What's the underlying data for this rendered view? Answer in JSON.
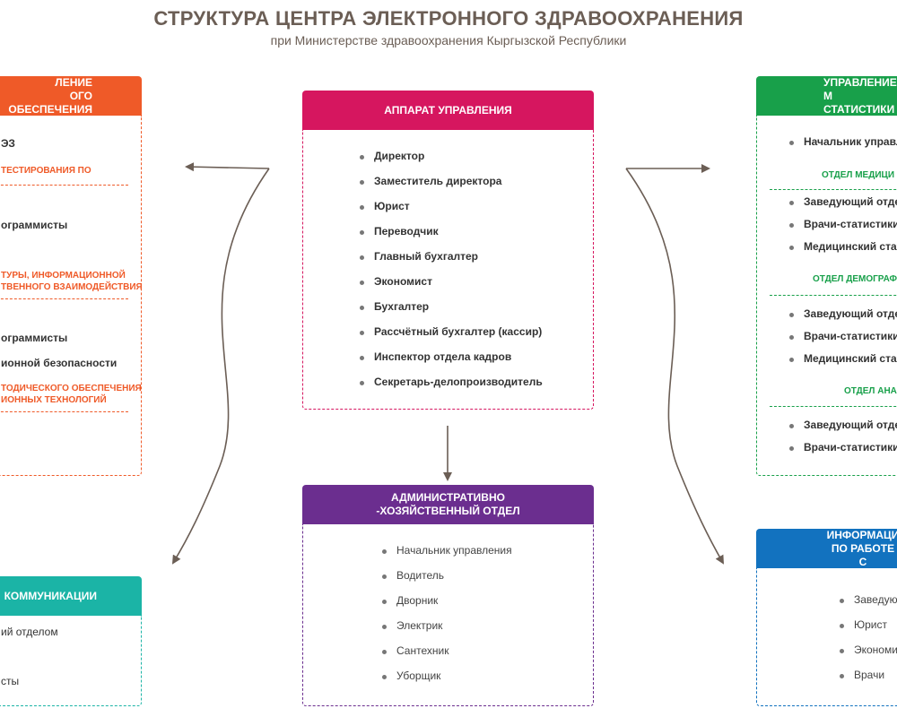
{
  "header": {
    "title": "СТРУКТУРА ЦЕНТРА ЭЛЕКТРОННОГО ЗДРАВООХРАНЕНИЯ",
    "subtitle": "при Министерстве здравоохранения Кыргызской Республики"
  },
  "colors": {
    "apparatus": "#d6165f",
    "admin": "#6b2e8f",
    "software": "#ef5a28",
    "statistics": "#18a04a",
    "communications": "#1bb4a6",
    "information": "#1272bf",
    "arrow": "#6b5e55"
  },
  "apparatus": {
    "title": "АППАРАТ УПРАВЛЕНИЯ",
    "items": [
      "Директор",
      "Заместитель директора",
      "Юрист",
      "Переводчик",
      "Главный бухгалтер",
      "Экономист",
      "Бухгалтер",
      "Рассчётный бухгалтер (кассир)",
      "Инспектор отдела кадров",
      "Секретарь-делопроизводитель"
    ]
  },
  "admin": {
    "title": "АДМИНИСТРАТИВНО\n-ХОЗЯЙСТВЕННЫЙ ОТДЕЛ",
    "items": [
      "Начальник управления",
      "Водитель",
      "Дворник",
      "Электрик",
      "Сантехник",
      "Уборщик"
    ]
  },
  "software": {
    "title": "ЛЕНИЕ\nОГО ОБЕСПЕЧЕНИЯ",
    "line1": "ЭЗ",
    "sub1": "ТЕСТИРОВАНИЯ ПО",
    "line2": "ограммисты",
    "sub2a": "ТУРЫ, ИНФОРМАЦИОННОЙ",
    "sub2b": "ТВЕННОГО ВЗАИМОДЕЙСТВИЯ",
    "line3": "ограммисты",
    "line4": "ионной безопасности",
    "sub3a": "ТОДИЧЕСКОГО ОБЕСПЕЧЕНИЯ",
    "sub3b": "ИОННЫХ ТЕХНОЛОГИЙ"
  },
  "communications": {
    "title": "КОММУНИКАЦИИ",
    "line1": "ий отделом",
    "line2": "сты"
  },
  "statistics": {
    "title": "УПРАВЛЕНИЕ М\nСТАТИСТИКИ",
    "head_item": "Начальник управл",
    "dept1": "ОТДЕЛ МЕДИЦИ",
    "dept1_items": [
      "Заведующий отде",
      "Врачи-статистики",
      "Медицинский стат"
    ],
    "dept2": "ОТДЕЛ ДЕМОГРАФИ",
    "dept2_items": [
      "Заведующий отде",
      "Врачи-статистики",
      "Медицинский стат"
    ],
    "dept3": "ОТДЕЛ АНАЛ",
    "dept3_items": [
      "Заведующий отде",
      "Врачи-статистики"
    ]
  },
  "information": {
    "title": "ИНФОРМАЦИ\nПО РАБОТЕ С",
    "items": [
      "Заведую",
      "Юрист",
      "Экономи",
      "Врачи"
    ]
  }
}
